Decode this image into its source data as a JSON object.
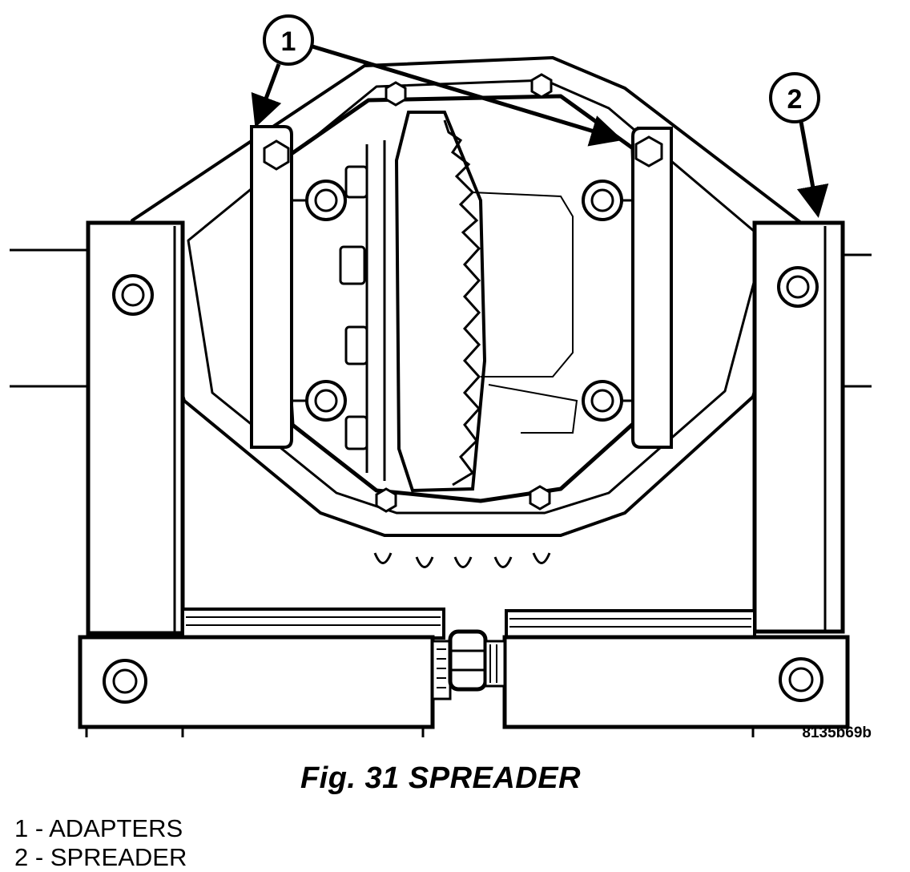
{
  "figure": {
    "caption": "Fig. 31 SPREADER",
    "drawing_id": "8135b69b"
  },
  "callouts": [
    {
      "number": "1"
    },
    {
      "number": "2"
    }
  ],
  "legend": [
    {
      "text": "1 - ADAPTERS"
    },
    {
      "text": "2 - SPREADER"
    }
  ],
  "colors": {
    "line": "#000000",
    "background": "#ffffff"
  }
}
